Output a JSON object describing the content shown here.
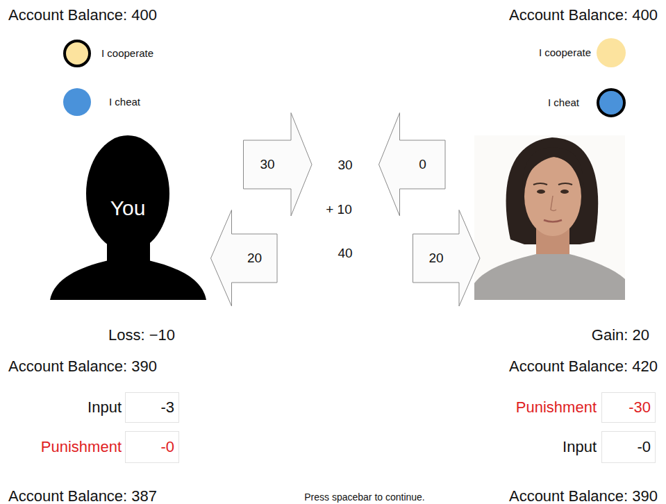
{
  "diagram": {
    "nodes": [
      {
        "text": [
          "I cooperate"
        ]
      },
      {
        "text": [
          "I cooperate"
        ]
      },
      {
        "text": [
          "I cheat"
        ]
      },
      {
        "text": [
          "I cheat"
        ]
      },
      {
        "text": [
          "30"
        ]
      },
      {
        "text": [
          "0"
        ]
      },
      {
        "text": [
          "You"
        ]
      },
      {
        "text": [
          "20"
        ]
      },
      {
        "text": [
          "20"
        ]
      },
      {
        "text": [
          "Input",
          "-3"
        ]
      },
      {
        "text": [
          "Punishment",
          "-30"
        ]
      },
      {
        "text": [
          "Punishment",
          "-0"
        ]
      },
      {
        "text": [
          "Input",
          "-0"
        ]
      }
    ],
    "labels": [
      "Account Balance: 400",
      "Account Balance: 400",
      "30",
      "+ 10",
      "40",
      "Loss: −10",
      "Gain: 20",
      "Account Balance: 390",
      "Account Balance: 420",
      "Account Balance: 387",
      "Press spacebar to continue.",
      "Account Balance: 390"
    ]
  }
}
